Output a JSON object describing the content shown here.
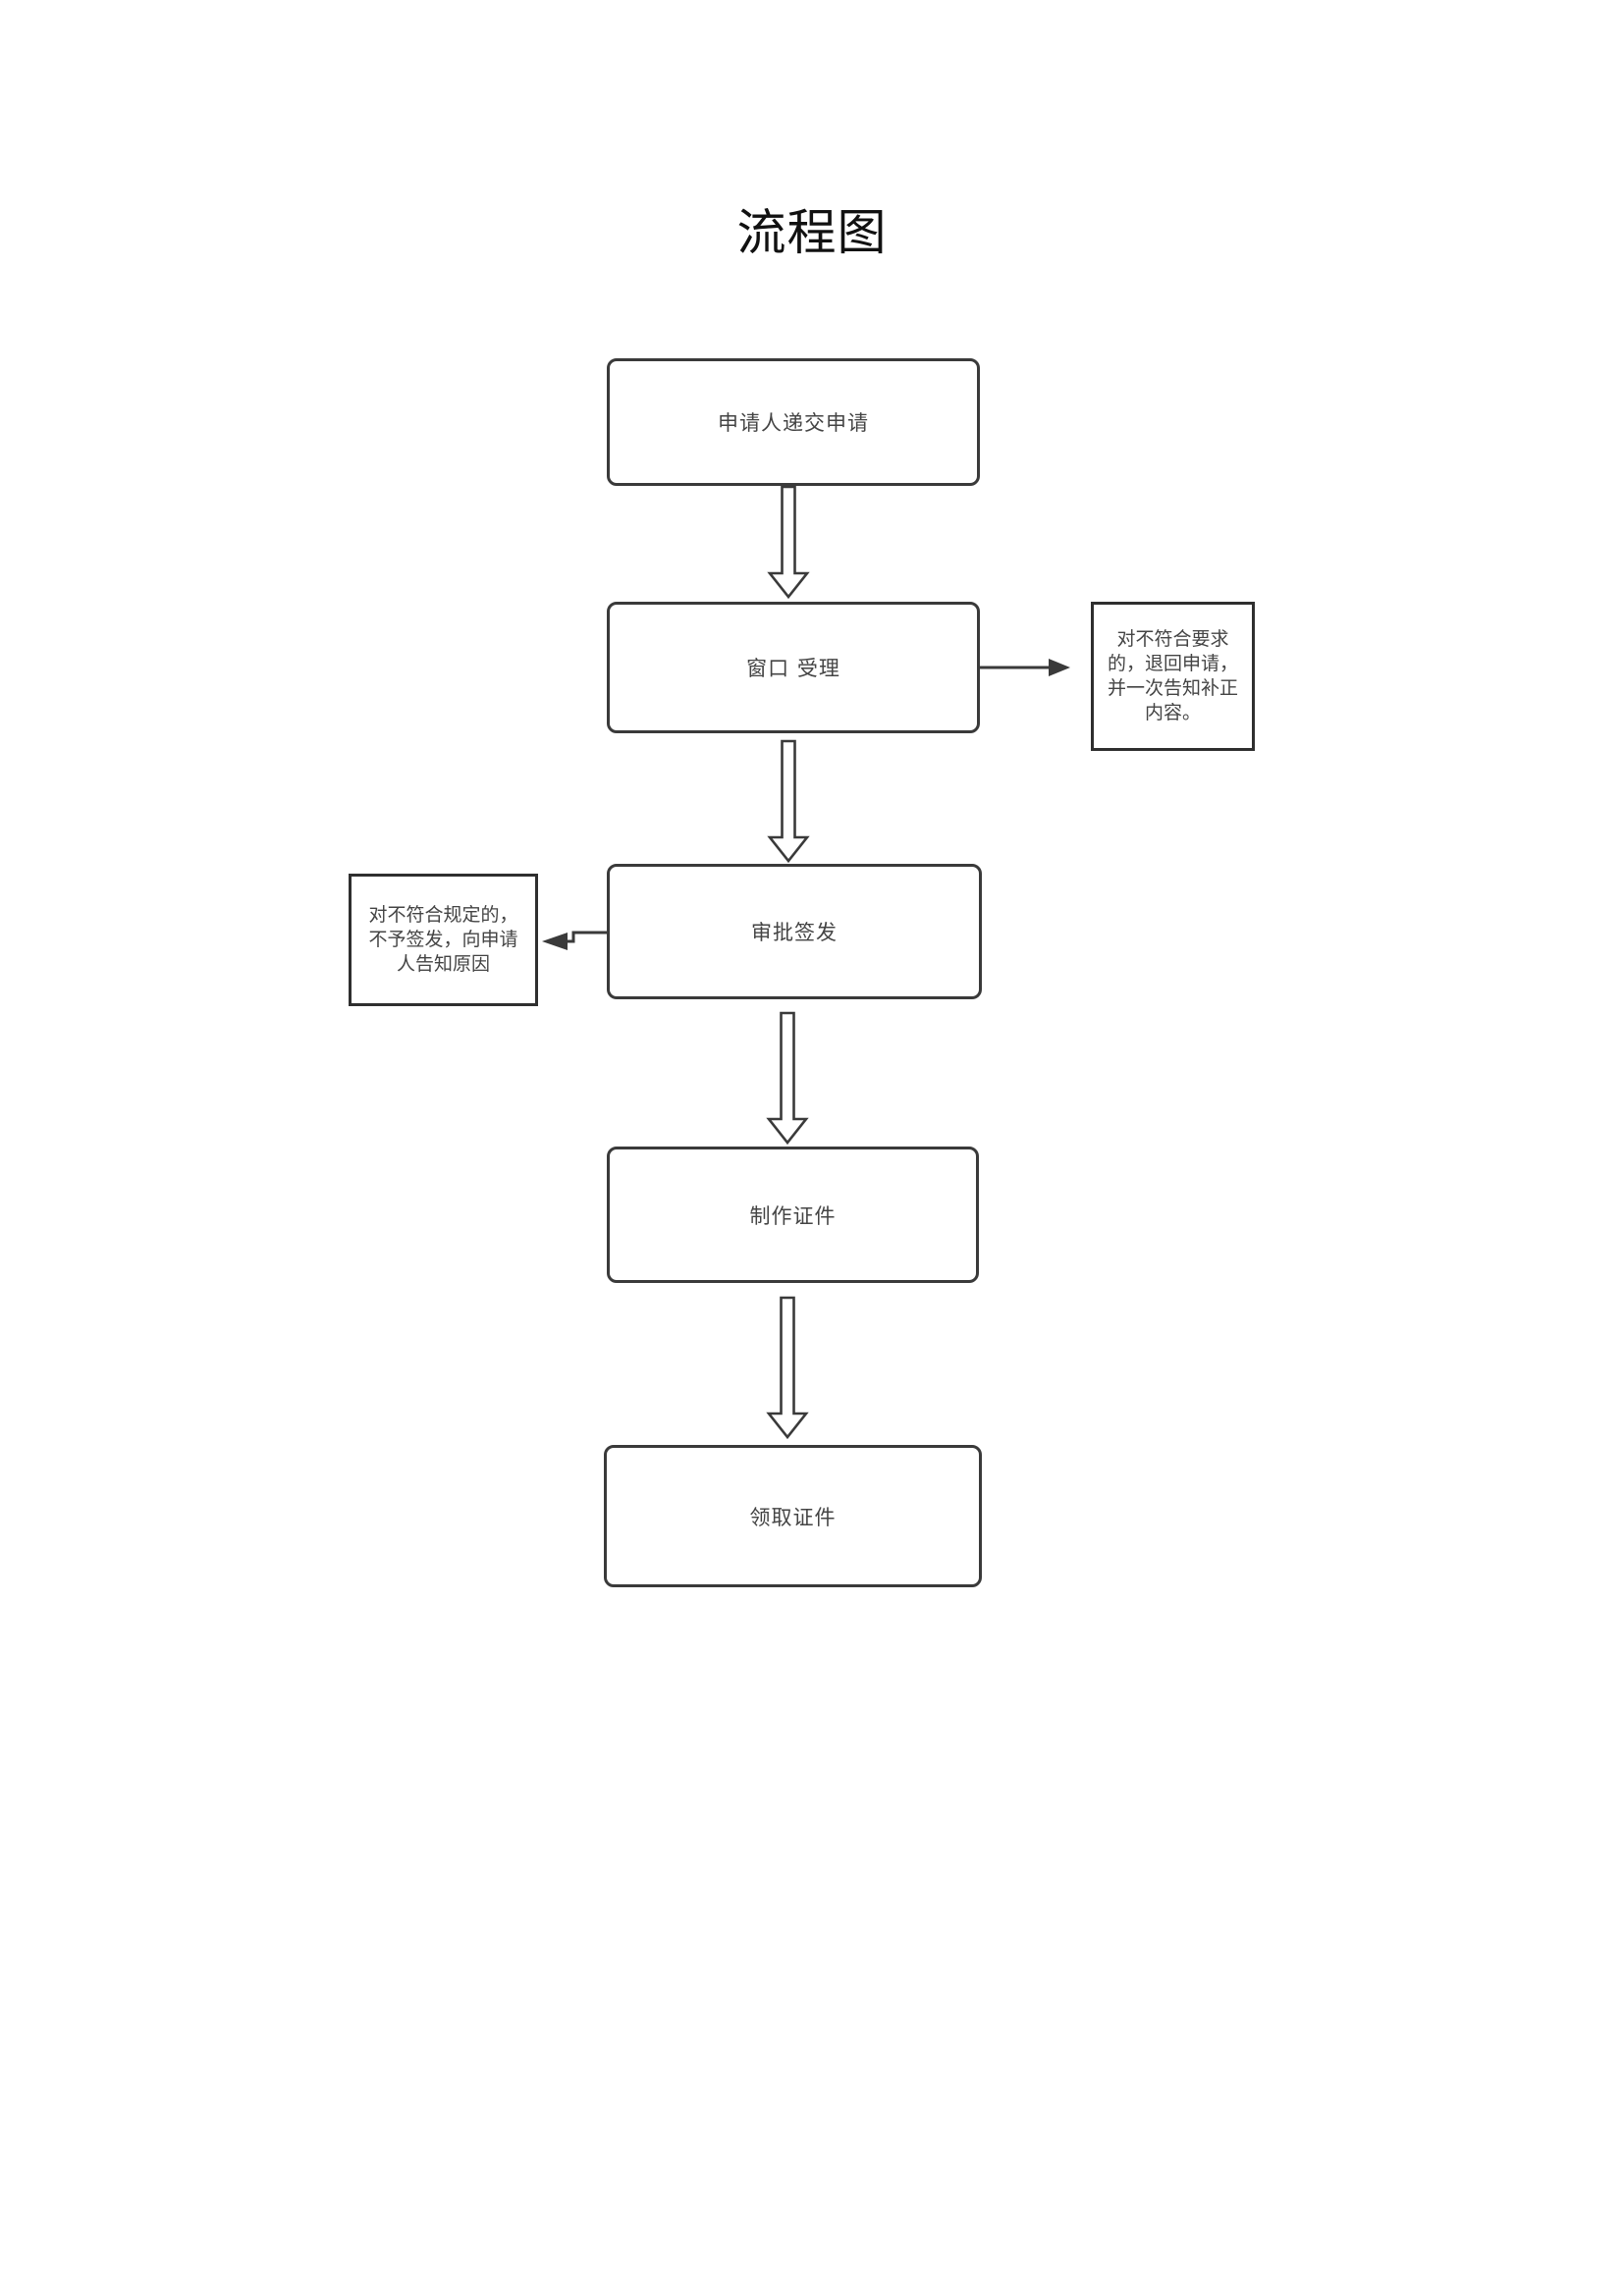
{
  "title": "流程图",
  "colors": {
    "background": "#ffffff",
    "line": "#3a3a3a",
    "note_border": "#2f2f2f",
    "text": "#444444"
  },
  "flow": {
    "nodes": [
      {
        "label": "申请人递交申请"
      },
      {
        "label": "窗口 受理"
      },
      {
        "label": "审批签发"
      },
      {
        "label": "制作证件"
      },
      {
        "label": "领取证件"
      }
    ],
    "notes": {
      "right": {
        "lines": [
          "对不符合要求",
          "的，退回申请，",
          "并一次告知补正",
          "内容。"
        ]
      },
      "left": {
        "lines": [
          "对不符合规定的，",
          "不予签发，向申请",
          "人告知原因"
        ]
      }
    }
  }
}
